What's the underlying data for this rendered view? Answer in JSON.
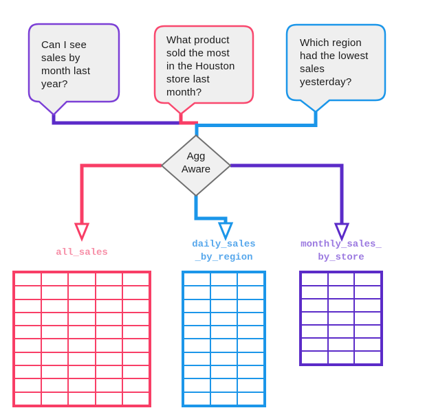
{
  "bubbles": [
    {
      "text": "Can I see\nsales by\nmonth last\nyear?",
      "border": "#7B3FD6"
    },
    {
      "text": "What product\nsold the most\nin the Houston\nstore last\nmonth?",
      "border": "#F9486E"
    },
    {
      "text": "Which region\nhad the lowest\nsales\nyesterday?",
      "border": "#1B96E9"
    }
  ],
  "decision": {
    "label": "Agg\nAware",
    "fill": "#F0F0F0",
    "border": "#707070"
  },
  "connectors": {
    "purple": "#5B2BC8",
    "pink": "#F83E66",
    "blue": "#1B96E9"
  },
  "styles": {
    "bubble_fill": "#EFEFEF",
    "arrow_fill": "#FFFFFF"
  },
  "tables": [
    {
      "label": "all_sales",
      "rows": 10,
      "cols": 5,
      "color": "#F83E66",
      "label_color": "#F78FA7"
    },
    {
      "label": "daily_sales\n_by_region",
      "rows": 10,
      "cols": 3,
      "color": "#1B96E9",
      "label_color": "#58A8EC"
    },
    {
      "label": "monthly_sales_\nby_store",
      "rows": 7,
      "cols": 3,
      "color": "#5B2BC8",
      "label_color": "#9B79E0"
    }
  ]
}
